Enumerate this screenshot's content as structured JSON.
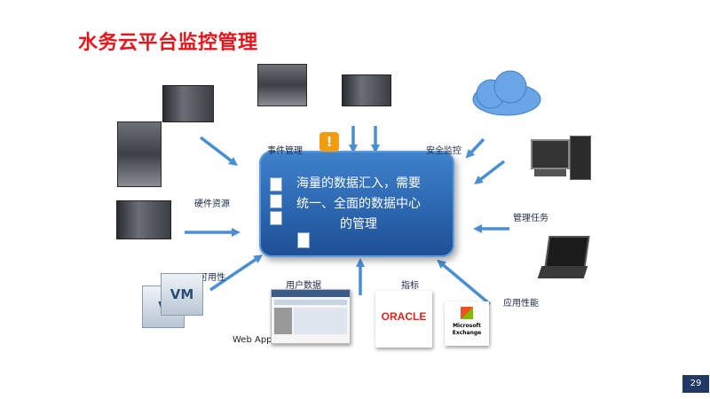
{
  "title": "水务云平台监控管理",
  "hub": {
    "line1": "海量的数据汇入，需要",
    "line2": "统一、全面的数据中心",
    "line3": "的管理"
  },
  "labels": {
    "event_mgmt": "事件管理",
    "security_monitor": "安全监控",
    "hardware_resources": "硬件资源",
    "mgmt_tasks": "管理任务",
    "availability": "可用性",
    "user_data": "用户数据",
    "indicators": "指标",
    "app_performance": "应用性能",
    "web_app": "Web App"
  },
  "vm": {
    "front": "VM",
    "back": "V"
  },
  "oracle": "ORACLE",
  "exchange": {
    "line1": "Microsoft",
    "line2": "Exchange"
  },
  "page_number": "29",
  "colors": {
    "title": "#e8141b",
    "hub": "#2a64ad",
    "arrow": "#4a8fd4",
    "page_badge": "#1f3864"
  }
}
